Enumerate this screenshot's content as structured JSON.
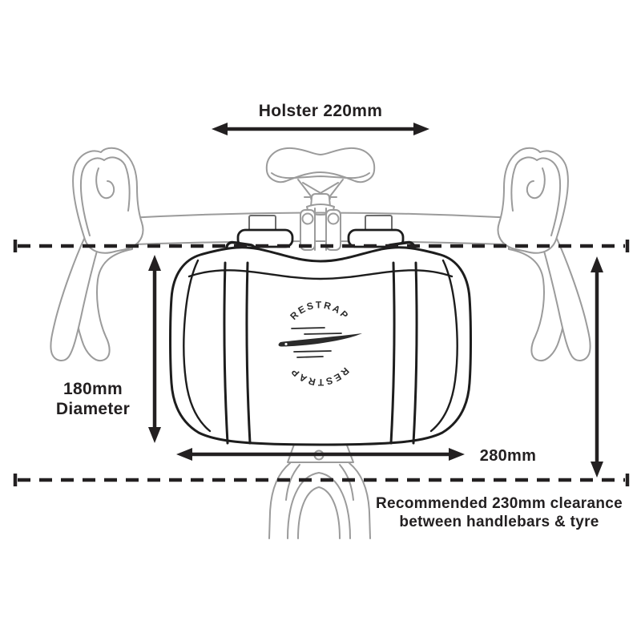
{
  "diagram": {
    "subject": "handlebar-bag-dimension-diagram",
    "brand_logo": "RESTRAP"
  },
  "labels": {
    "holster": "Holster 220mm",
    "diameter_line1": "180mm",
    "diameter_line2": "Diameter",
    "bag_width": "280mm",
    "clearance_line1": "Recommended 230mm clearance",
    "clearance_line2": "between handlebars & tyre"
  },
  "logo": {
    "text_top": "RESTRAP",
    "text_bottom": "RESTRAP"
  },
  "measurements": [
    {
      "name": "holster-width",
      "value": "220mm"
    },
    {
      "name": "bag-diameter",
      "value": "180mm"
    },
    {
      "name": "bag-width",
      "value": "280mm"
    },
    {
      "name": "recommended-clearance",
      "value": "230mm"
    }
  ],
  "colors": {
    "ink": "#232021",
    "bike_line": "#9b9b9b",
    "bag_line": "#1d1d1d",
    "background": "#ffffff"
  }
}
